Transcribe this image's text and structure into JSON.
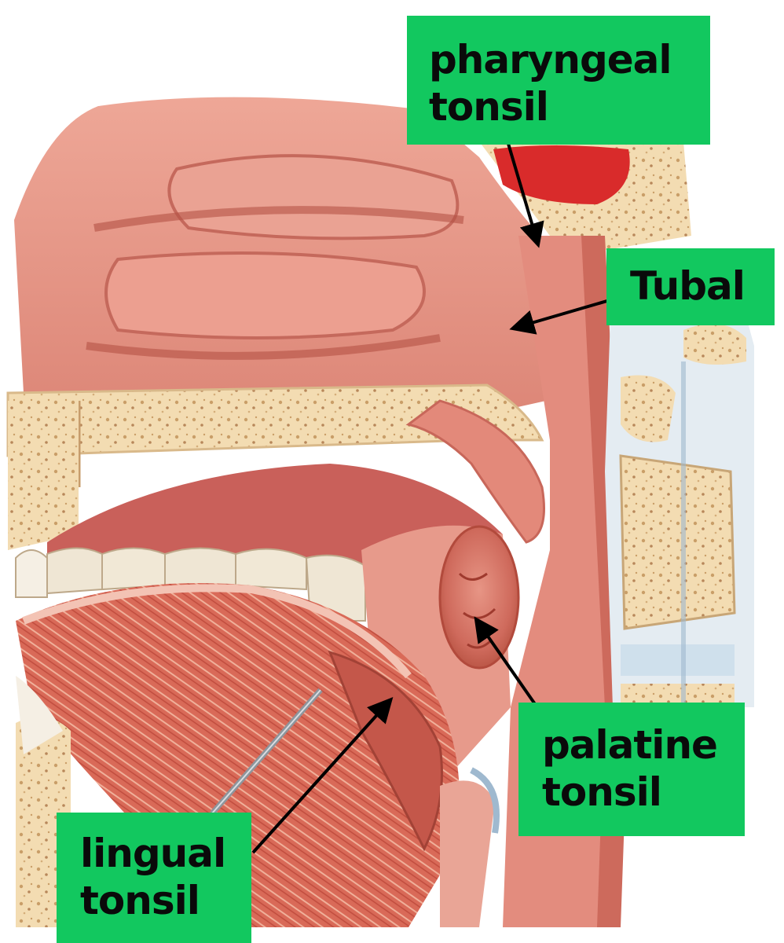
{
  "labels": {
    "pharyngeal": {
      "line1": "pharyngeal",
      "line2": "tonsil"
    },
    "tubal": {
      "line1": "Tubal"
    },
    "palatine": {
      "line1": "palatine",
      "line2": "tonsil"
    },
    "lingual": {
      "line1": "lingual",
      "line2": "tonsil"
    }
  },
  "colors": {
    "label_bg": "#12c85f",
    "label_text": "#0a0a0a",
    "mucosa": "#e0867a",
    "mucosa_dark": "#b8524a",
    "bone": "#f2d9ae",
    "bone_spots": "#c9a06a",
    "tongue": "#d9574a",
    "arrow": "#000000"
  }
}
